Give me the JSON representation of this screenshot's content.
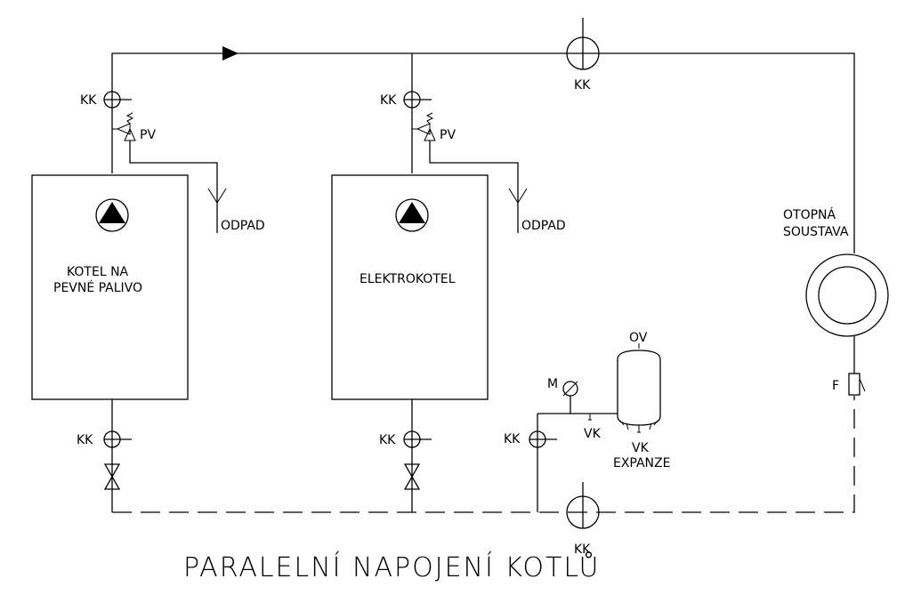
{
  "title": "PARALELNÍ NAPOJENÍ KOTLŮ",
  "boilers": {
    "solid_fuel": {
      "line1": "KOTEL NA",
      "line2": "PEVNÉ PALIVO"
    },
    "electric": {
      "label": "ELEKTROKOTEL"
    }
  },
  "labels": {
    "kk": "KK",
    "pv": "PV",
    "odpad": "ODPAD",
    "heating_line1": "OTOPNÁ",
    "heating_line2": "SOUSTAVA",
    "ov": "OV",
    "m": "M",
    "vk": "VK",
    "expanze": "EXPANZE",
    "f": "F"
  }
}
